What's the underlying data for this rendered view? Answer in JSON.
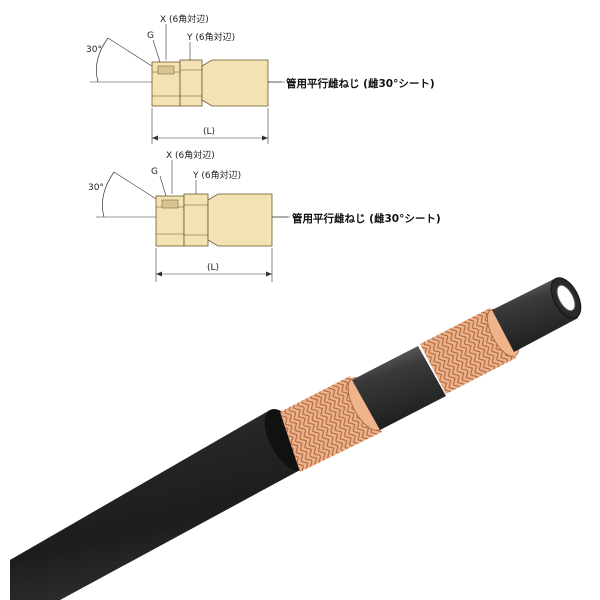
{
  "diagrams": [
    {
      "label_x": "X (6角対辺)",
      "label_y": "Y (6角対辺)",
      "label_g": "G",
      "angle": "30°",
      "length": "(L)",
      "thread_label": "管用平行雌ねじ (雌30°シート)"
    },
    {
      "label_x": "X (6角対辺)",
      "label_y": "Y (6角対辺)",
      "label_g": "G",
      "angle": "30°",
      "length": "(L)",
      "thread_label": "管用平行雌ねじ (雌30°シート)"
    }
  ],
  "colors": {
    "fitting": "#f3e2b3",
    "fitting_stroke": "#6b5a2a",
    "hose_black": "#2b2b2b",
    "braid": "#e6a77a",
    "braid_line": "#a85f35",
    "inner_tube": "#3a3a3a"
  }
}
